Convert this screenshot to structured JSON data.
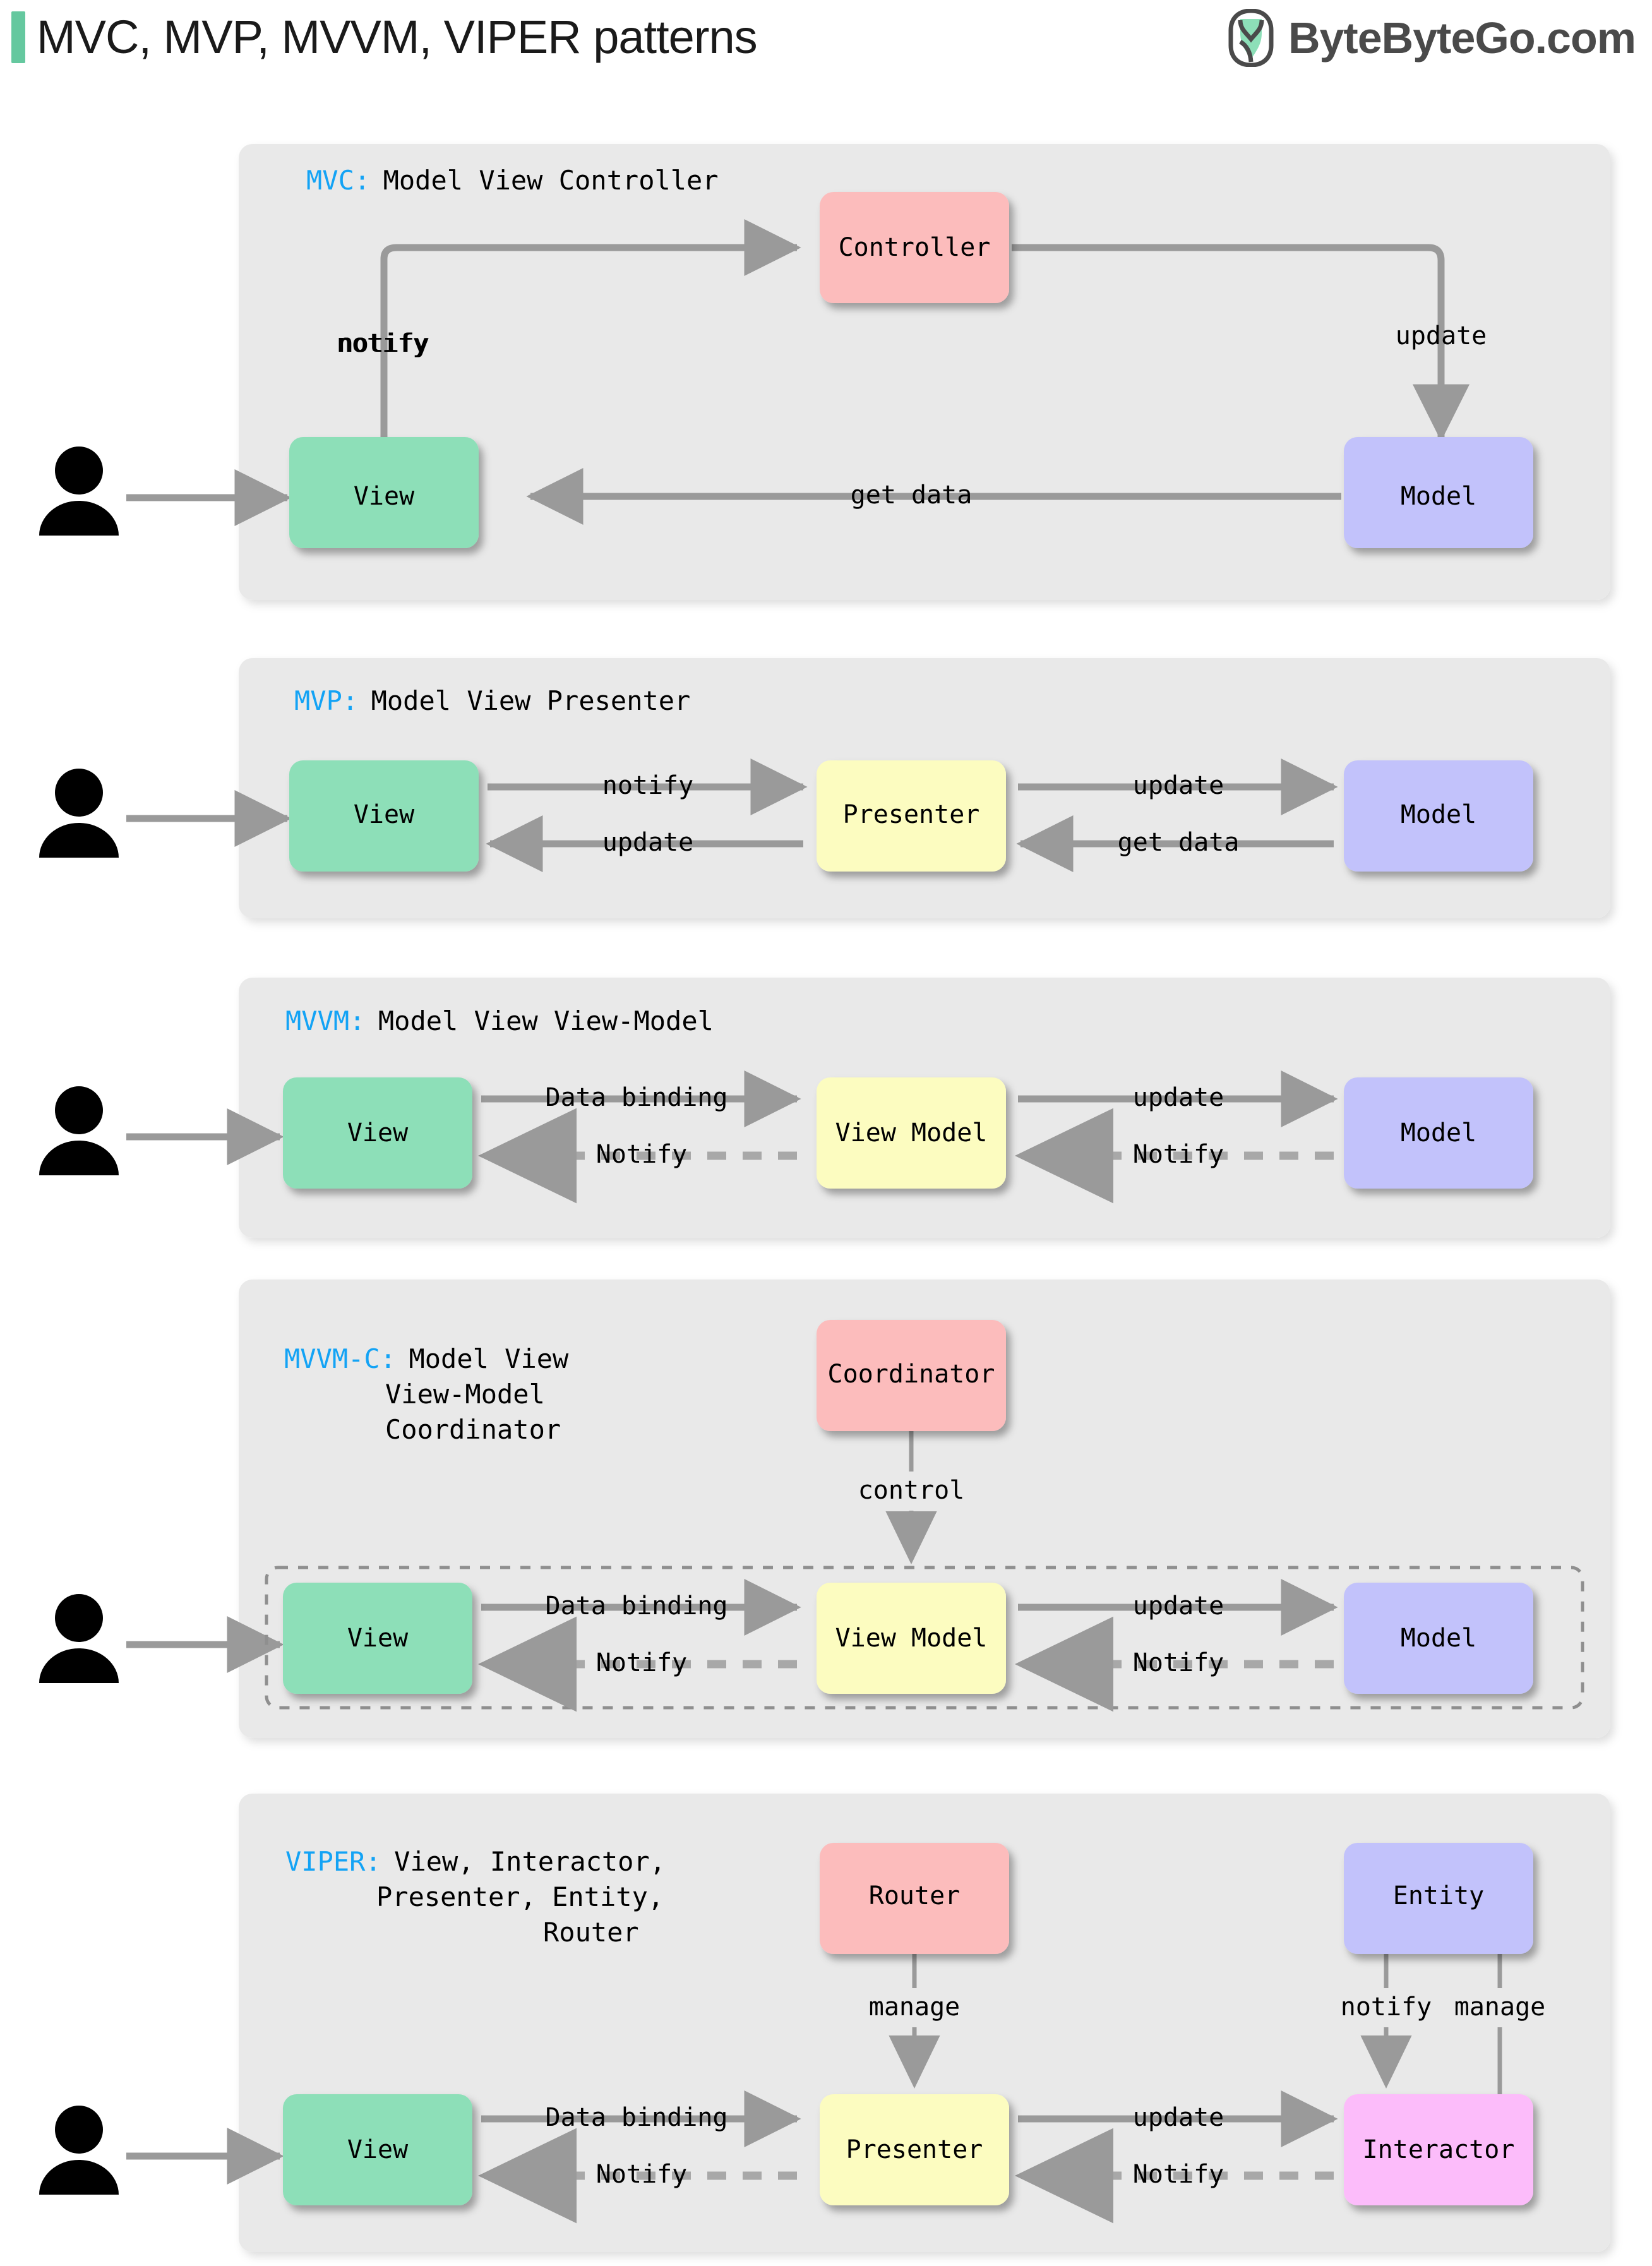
{
  "header": {
    "title": "MVC, MVP, MVVM, VIPER patterns",
    "accent_color": "#65c89f",
    "brand_text": "ByteByteGo.com",
    "brand_icon": "bytebytego-logo-icon"
  },
  "palette": {
    "panel_bg": "#e9e9e9",
    "view_green": "#8ddfb8",
    "model_purple": "#c2c2fb",
    "controller_pink": "#fcbcbc",
    "presenter_yellow": "#fcfcc0",
    "interactor_magenta": "#fcbcfa",
    "arrow_gray": "#9a9a9a",
    "label_blue": "#13a3f5"
  },
  "chart_data": {
    "type": "diagram",
    "title": "MVC, MVP, MVVM, VIPER patterns",
    "sections": [
      {
        "id": "mvc",
        "key": "MVC:",
        "expansion": [
          "Model View Controller"
        ],
        "nodes": [
          {
            "id": "user",
            "label": "",
            "kind": "person"
          },
          {
            "id": "view",
            "label": "View",
            "color": "#8ddfb8"
          },
          {
            "id": "controller",
            "label": "Controller",
            "color": "#fcbcbc"
          },
          {
            "id": "model",
            "label": "Model",
            "color": "#c2c2fb"
          }
        ],
        "edges": [
          {
            "from": "user",
            "to": "view",
            "label": "",
            "style": "solid"
          },
          {
            "from": "view",
            "to": "controller",
            "label": "notify",
            "style": "solid"
          },
          {
            "from": "controller",
            "to": "model",
            "label": "update",
            "style": "solid"
          },
          {
            "from": "model",
            "to": "view",
            "label": "get data",
            "style": "solid"
          }
        ]
      },
      {
        "id": "mvp",
        "key": "MVP:",
        "expansion": [
          "Model View Presenter"
        ],
        "nodes": [
          {
            "id": "user",
            "label": "",
            "kind": "person"
          },
          {
            "id": "view",
            "label": "View",
            "color": "#8ddfb8"
          },
          {
            "id": "presenter",
            "label": "Presenter",
            "color": "#fcfcc0"
          },
          {
            "id": "model",
            "label": "Model",
            "color": "#c2c2fb"
          }
        ],
        "edges": [
          {
            "from": "user",
            "to": "view",
            "label": "",
            "style": "solid"
          },
          {
            "from": "view",
            "to": "presenter",
            "label": "notify",
            "style": "solid"
          },
          {
            "from": "presenter",
            "to": "model",
            "label": "update",
            "style": "solid"
          },
          {
            "from": "model",
            "to": "presenter",
            "label": "get data",
            "style": "solid"
          },
          {
            "from": "presenter",
            "to": "view",
            "label": "update",
            "style": "solid"
          }
        ]
      },
      {
        "id": "mvvm",
        "key": "MVVM:",
        "expansion": [
          "Model View View-Model"
        ],
        "nodes": [
          {
            "id": "user",
            "label": "",
            "kind": "person"
          },
          {
            "id": "view",
            "label": "View",
            "color": "#8ddfb8"
          },
          {
            "id": "viewmodel",
            "label": "View Model",
            "color": "#fcfcc0"
          },
          {
            "id": "model",
            "label": "Model",
            "color": "#c2c2fb"
          }
        ],
        "edges": [
          {
            "from": "user",
            "to": "view",
            "label": "",
            "style": "solid"
          },
          {
            "from": "view",
            "to": "viewmodel",
            "label": "Data binding",
            "style": "solid"
          },
          {
            "from": "viewmodel",
            "to": "model",
            "label": "update",
            "style": "solid"
          },
          {
            "from": "model",
            "to": "viewmodel",
            "label": "Notify",
            "style": "dashed"
          },
          {
            "from": "viewmodel",
            "to": "view",
            "label": "Notify",
            "style": "dashed"
          }
        ]
      },
      {
        "id": "mvvmc",
        "key": "MVVM-C:",
        "expansion": [
          "Model View",
          "View-Model",
          "Coordinator"
        ],
        "nodes": [
          {
            "id": "user",
            "label": "",
            "kind": "person"
          },
          {
            "id": "coordinator",
            "label": "Coordinator",
            "color": "#fcbcbc"
          },
          {
            "id": "view",
            "label": "View",
            "color": "#8ddfb8"
          },
          {
            "id": "viewmodel",
            "label": "View Model",
            "color": "#fcfcc0"
          },
          {
            "id": "model",
            "label": "Model",
            "color": "#c2c2fb"
          }
        ],
        "edges": [
          {
            "from": "user",
            "to": "view",
            "label": "",
            "style": "solid"
          },
          {
            "from": "coordinator",
            "to": "group",
            "label": "control",
            "style": "solid"
          },
          {
            "from": "view",
            "to": "viewmodel",
            "label": "Data binding",
            "style": "solid"
          },
          {
            "from": "viewmodel",
            "to": "model",
            "label": "update",
            "style": "solid"
          },
          {
            "from": "model",
            "to": "viewmodel",
            "label": "Notify",
            "style": "dashed"
          },
          {
            "from": "viewmodel",
            "to": "view",
            "label": "Notify",
            "style": "dashed"
          }
        ],
        "group_box": "dashed"
      },
      {
        "id": "viper",
        "key": "VIPER:",
        "expansion": [
          "View, Interactor,",
          "Presenter, Entity,",
          "Router"
        ],
        "nodes": [
          {
            "id": "user",
            "label": "",
            "kind": "person"
          },
          {
            "id": "router",
            "label": "Router",
            "color": "#fcbcbc"
          },
          {
            "id": "entity",
            "label": "Entity",
            "color": "#c2c2fb"
          },
          {
            "id": "view",
            "label": "View",
            "color": "#8ddfb8"
          },
          {
            "id": "presenter",
            "label": "Presenter",
            "color": "#fcfcc0"
          },
          {
            "id": "interactor",
            "label": "Interactor",
            "color": "#fcbcfa"
          }
        ],
        "edges": [
          {
            "from": "user",
            "to": "view",
            "label": "",
            "style": "solid"
          },
          {
            "from": "router",
            "to": "presenter",
            "label": "manage",
            "style": "solid"
          },
          {
            "from": "entity",
            "to": "interactor",
            "label": "notify",
            "style": "solid"
          },
          {
            "from": "interactor",
            "to": "entity",
            "label": "manage",
            "style": "solid"
          },
          {
            "from": "view",
            "to": "presenter",
            "label": "Data binding",
            "style": "solid"
          },
          {
            "from": "presenter",
            "to": "interactor",
            "label": "update",
            "style": "solid"
          },
          {
            "from": "interactor",
            "to": "presenter",
            "label": "Notify",
            "style": "dashed"
          },
          {
            "from": "presenter",
            "to": "view",
            "label": "Notify",
            "style": "dashed"
          }
        ]
      }
    ]
  },
  "labels": {
    "mvc_key": "MVC:",
    "mvc_expansion": "Model View Controller",
    "mvp_key": "MVP:",
    "mvp_expansion": "Model View Presenter",
    "mvvm_key": "MVVM:",
    "mvvm_expansion": "Model View View-Model",
    "mvvmc_key": "MVVM-C:",
    "mvvmc_l1": "Model View",
    "mvvmc_l2": "View-Model",
    "mvvmc_l3": "Coordinator",
    "viper_key": "VIPER:",
    "viper_l1": "View, Interactor,",
    "viper_l2": "Presenter, Entity,",
    "viper_l3": "Router",
    "view": "View",
    "model": "Model",
    "controller": "Controller",
    "presenter": "Presenter",
    "view_model": "View Model",
    "coordinator": "Coordinator",
    "router": "Router",
    "entity": "Entity",
    "interactor": "Interactor",
    "notify_lc": "notify",
    "notify_uc": "Notify",
    "update": "update",
    "get_data": "get data",
    "data_binding": "Data binding",
    "control": "control",
    "manage": "manage"
  }
}
